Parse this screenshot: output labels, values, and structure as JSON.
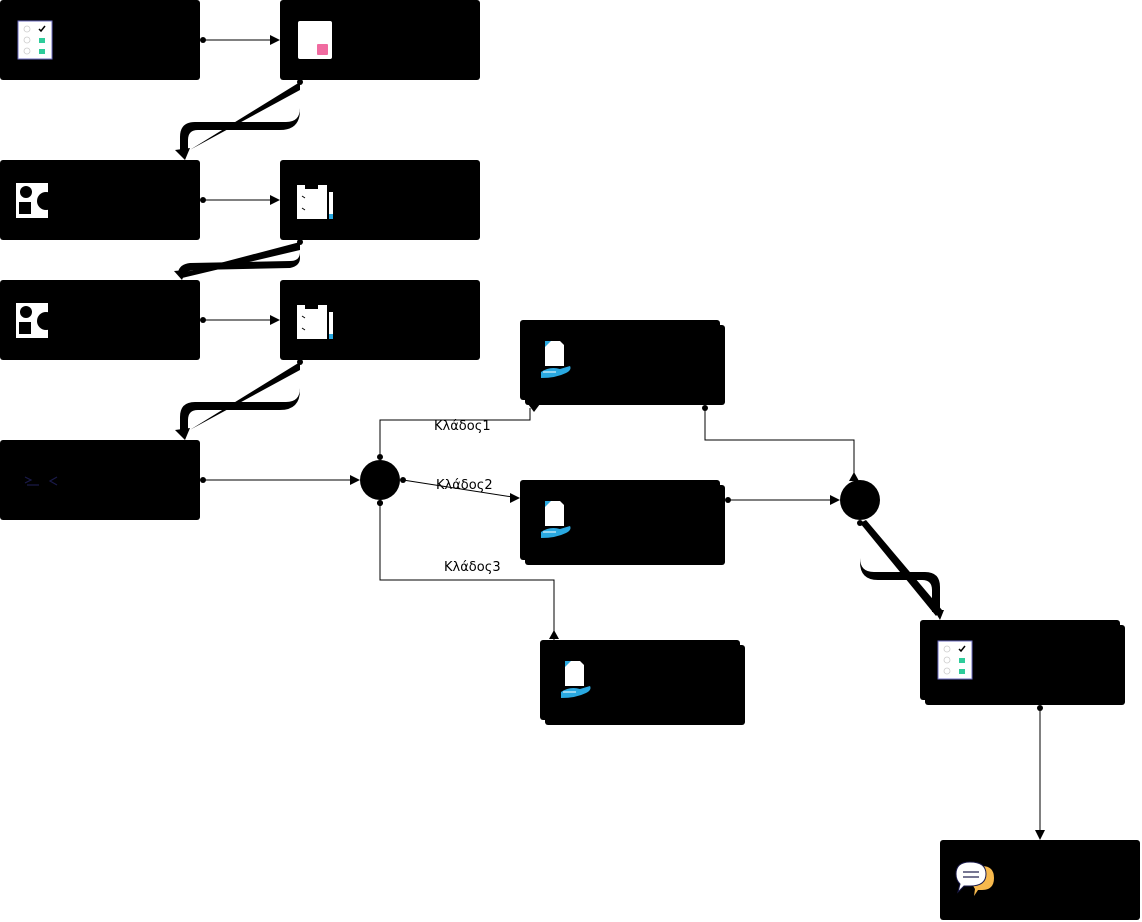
{
  "diagram": {
    "branch_labels": {
      "branch1": "Κλάδος1",
      "branch2": "Κλάδος2",
      "branch3": "Κλάδος3"
    },
    "colors": {
      "node_fill": "#000000",
      "edge": "#000000",
      "icon_teal": "#2ecc9a",
      "icon_pink": "#f06ba0",
      "icon_blue": "#29a8e0",
      "icon_orange": "#f7b94d"
    }
  }
}
